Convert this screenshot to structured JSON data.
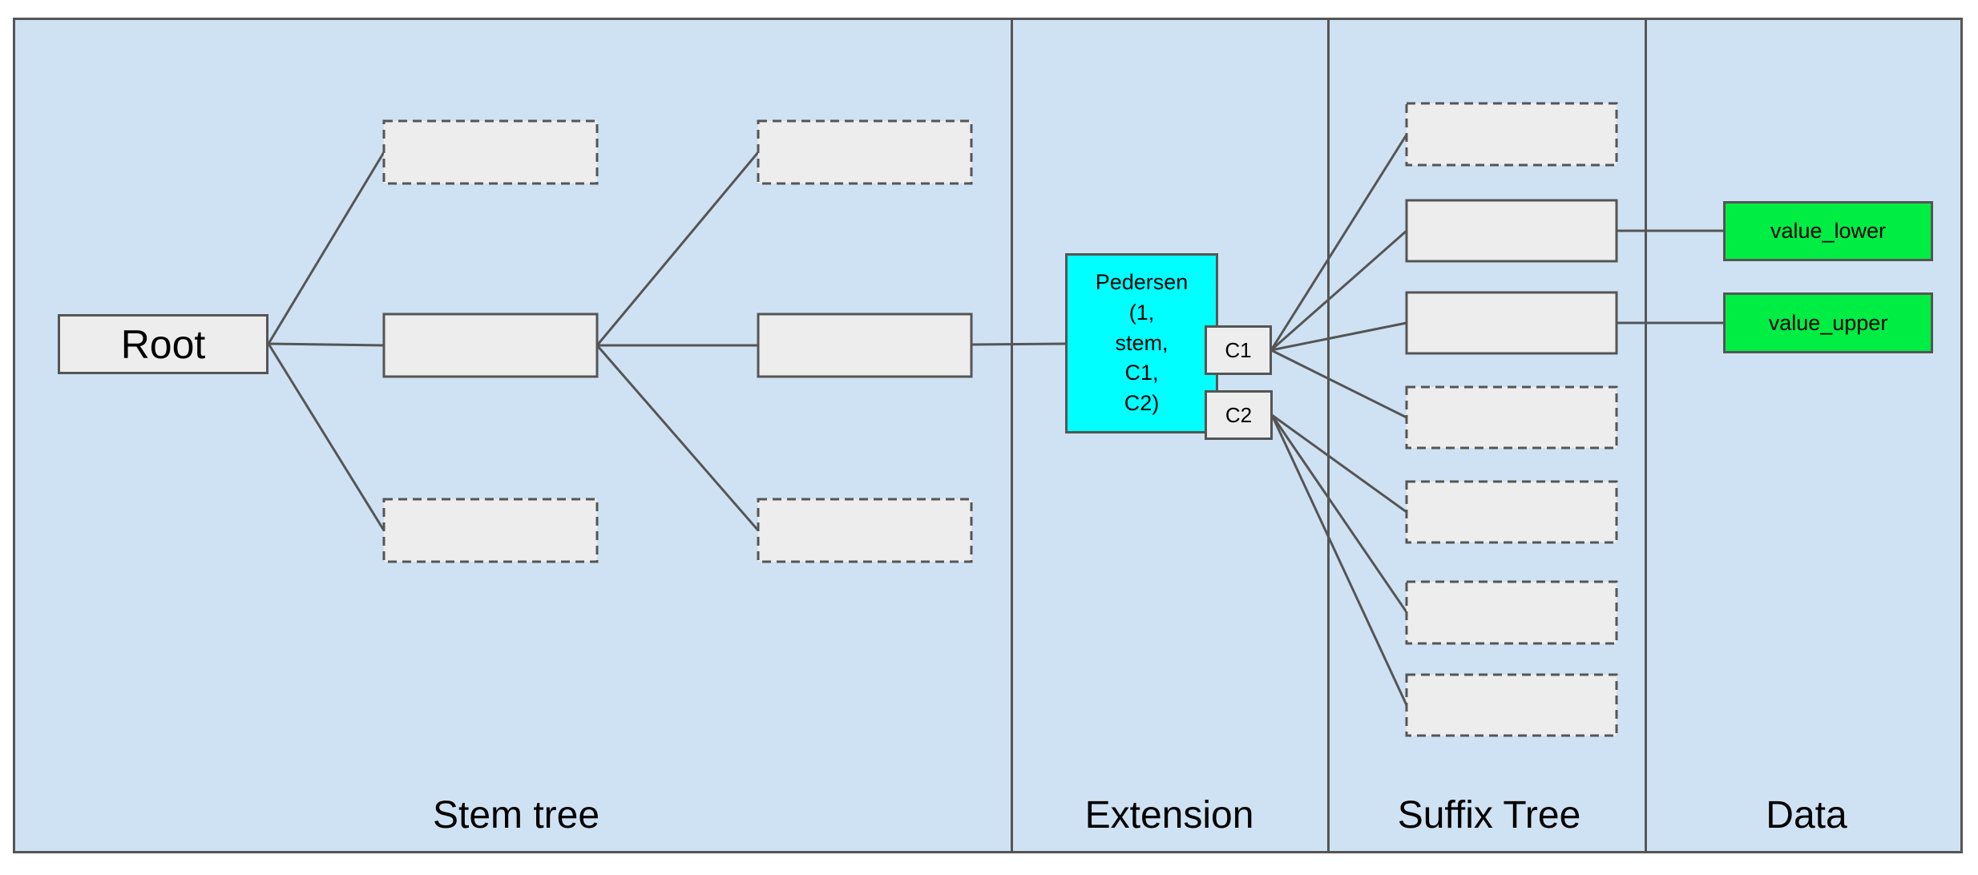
{
  "sections": [
    {
      "label": "Stem tree"
    },
    {
      "label": "Extension"
    },
    {
      "label": "Suffix Tree"
    },
    {
      "label": "Data"
    }
  ],
  "nodes": {
    "root": {
      "label": "Root"
    },
    "pedersen": {
      "label": "Pedersen\n(1,\nstem,\nC1,\nC2)"
    },
    "c1": {
      "label": "C1"
    },
    "c2": {
      "label": "C2"
    },
    "value_lower": {
      "label": "value_lower"
    },
    "value_upper": {
      "label": "value_upper"
    }
  },
  "placeholders": {
    "stem_dashed_count": 4,
    "stem_solid_count": 2,
    "suffix_dashed_count": 5,
    "suffix_solid_count": 2
  },
  "colors": {
    "background": "#cfe2f3",
    "node_fill": "#ededed",
    "node_border": "#555555",
    "extension_fill": "#00ffff",
    "data_fill": "#00ee44",
    "text": "#000000"
  }
}
